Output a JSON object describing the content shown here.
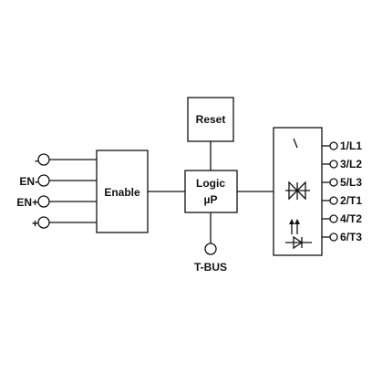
{
  "blocks": {
    "enable": "Enable",
    "reset": "Reset",
    "logic_line1": "Logic",
    "logic_line2": "µP"
  },
  "left_terminals": [
    "-",
    "EN-",
    "EN+",
    "+"
  ],
  "tbus_label": "T-BUS",
  "right_terminals": [
    "1/L1",
    "3/L2",
    "5/L3",
    "2/T1",
    "4/T2",
    "6/T3"
  ],
  "colors": {
    "stroke": "#111111",
    "background": "#ffffff"
  }
}
